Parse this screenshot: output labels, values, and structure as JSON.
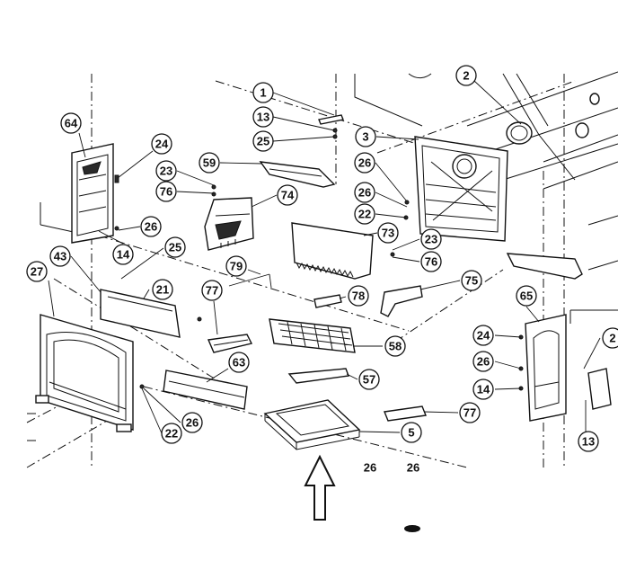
{
  "callouts": {
    "c1": "1",
    "c13a": "13",
    "c25a": "25",
    "c2": "2",
    "c3": "3",
    "c64": "64",
    "c24a": "24",
    "c23a": "23",
    "c76a": "76",
    "c59": "59",
    "c74": "74",
    "c26a": "26",
    "c26b": "26",
    "c22a": "22",
    "c73": "73",
    "c23b": "23",
    "c76b": "76",
    "c26c": "26",
    "c14a": "14",
    "c25b": "25",
    "c43": "43",
    "c27": "27",
    "c21": "21",
    "c79": "79",
    "c77a": "77",
    "c78": "78",
    "c75": "75",
    "c65": "65",
    "c58": "58",
    "c24b": "24",
    "c26d": "26",
    "c14b": "14",
    "c63": "63",
    "c57": "57",
    "c77b": "77",
    "c26e": "26",
    "c22b": "22",
    "c5": "5",
    "c13b": "13",
    "c2b": "2"
  },
  "cropped_labels": {
    "bottom_left": "26",
    "bottom_right": "26"
  }
}
